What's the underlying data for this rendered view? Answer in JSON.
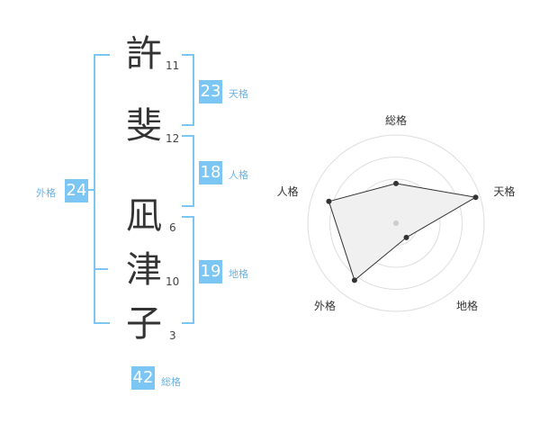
{
  "name_chars": [
    {
      "char": "許",
      "strokes": "11"
    },
    {
      "char": "斐",
      "strokes": "12"
    },
    {
      "char": "凪",
      "strokes": "6"
    },
    {
      "char": "津",
      "strokes": "10"
    },
    {
      "char": "子",
      "strokes": "3"
    }
  ],
  "grades": {
    "tenkaku": {
      "value": "23",
      "label": "天格"
    },
    "jinkaku": {
      "value": "18",
      "label": "人格"
    },
    "chikaku": {
      "value": "19",
      "label": "地格"
    },
    "gaikaku": {
      "value": "24",
      "label": "外格"
    },
    "soukaku": {
      "value": "42",
      "label": "総格"
    }
  },
  "colors": {
    "accent": "#7cc6f4"
  },
  "chart_data": {
    "type": "radar",
    "axes": [
      "総格",
      "天格",
      "地格",
      "外格",
      "人格"
    ],
    "values": [
      0.45,
      0.95,
      0.2,
      0.8,
      0.8
    ],
    "range": [
      0,
      1
    ],
    "rings": 4
  }
}
